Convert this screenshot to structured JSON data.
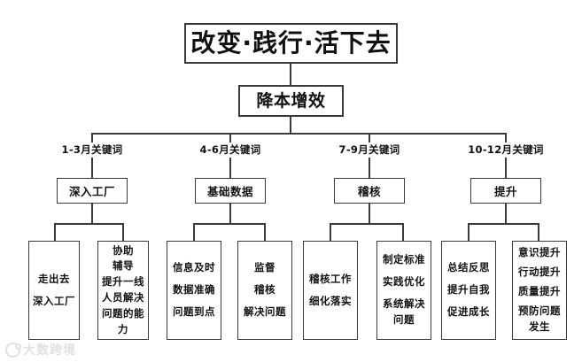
{
  "diagram": {
    "type": "org-tree",
    "title": "改变·践行·活下去",
    "subtitle": "降本增效",
    "quarters": [
      {
        "label": "1-3月关键词",
        "keyword": "深入工厂",
        "leaves": [
          {
            "lines": [
              "走出去",
              "深入工厂"
            ]
          },
          {
            "lines": [
              "协助",
              "辅导",
              "提升一线人员解决问题的能力"
            ]
          }
        ]
      },
      {
        "label": "4-6月关键词",
        "keyword": "基础数据",
        "leaves": [
          {
            "lines": [
              "信息及时",
              "数据准确",
              "问题到点"
            ]
          },
          {
            "lines": [
              "监督",
              "稽核",
              "解决问题"
            ]
          }
        ]
      },
      {
        "label": "7-9月关键词",
        "keyword": "稽核",
        "leaves": [
          {
            "lines": [
              "稽核工作",
              "细化落实"
            ]
          },
          {
            "lines": [
              "制定标准",
              "实践优化",
              "系统解决问题"
            ]
          }
        ]
      },
      {
        "label": "10-12月关键词",
        "keyword": "提升",
        "leaves": [
          {
            "lines": [
              "总结反思",
              "提升自我",
              "促进成长"
            ]
          },
          {
            "lines": [
              "意识提升",
              "行动提升",
              "质量提升",
              "预防问题发生"
            ]
          }
        ]
      }
    ]
  },
  "watermark": {
    "text": "大数跨境",
    "icon": "circle-logo-icon"
  },
  "colors": {
    "background": "#ffffff",
    "line": "#3a3a3a",
    "text": "#111111",
    "watermark": "#9a9a9a"
  }
}
